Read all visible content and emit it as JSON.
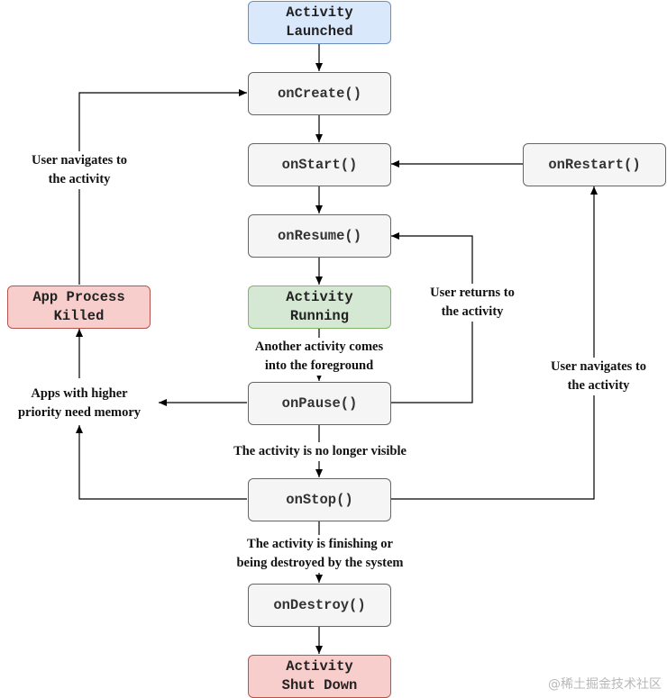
{
  "nodes": {
    "activity_launched": "Activity\nLaunched",
    "on_create": "onCreate()",
    "on_start": "onStart()",
    "on_restart": "onRestart()",
    "on_resume": "onResume()",
    "activity_running": "Activity\nRunning",
    "app_process_killed": "App Process\nKilled",
    "on_pause": "onPause()",
    "on_stop": "onStop()",
    "on_destroy": "onDestroy()",
    "activity_shut_down": "Activity\nShut Down"
  },
  "edge_labels": {
    "navigates_left": "User navigates to\nthe activity",
    "returns": "User returns to\nthe activity",
    "navigates_right": "User navigates to\nthe activity",
    "another_activity": "Another activity comes\ninto the foreground",
    "higher_priority": "Apps with higher\npriority need memory",
    "no_longer_visible": "The activity is no longer visible",
    "finishing": "The activity is finishing or\nbeing destroyed by the system"
  },
  "watermark": "@稀土掘金技术社区",
  "colors": {
    "blue_fill": "#dae8fc",
    "gray_fill": "#f5f5f5",
    "green_fill": "#d5e8d4",
    "red_fill": "#f8cecc",
    "edge": "#000000"
  }
}
